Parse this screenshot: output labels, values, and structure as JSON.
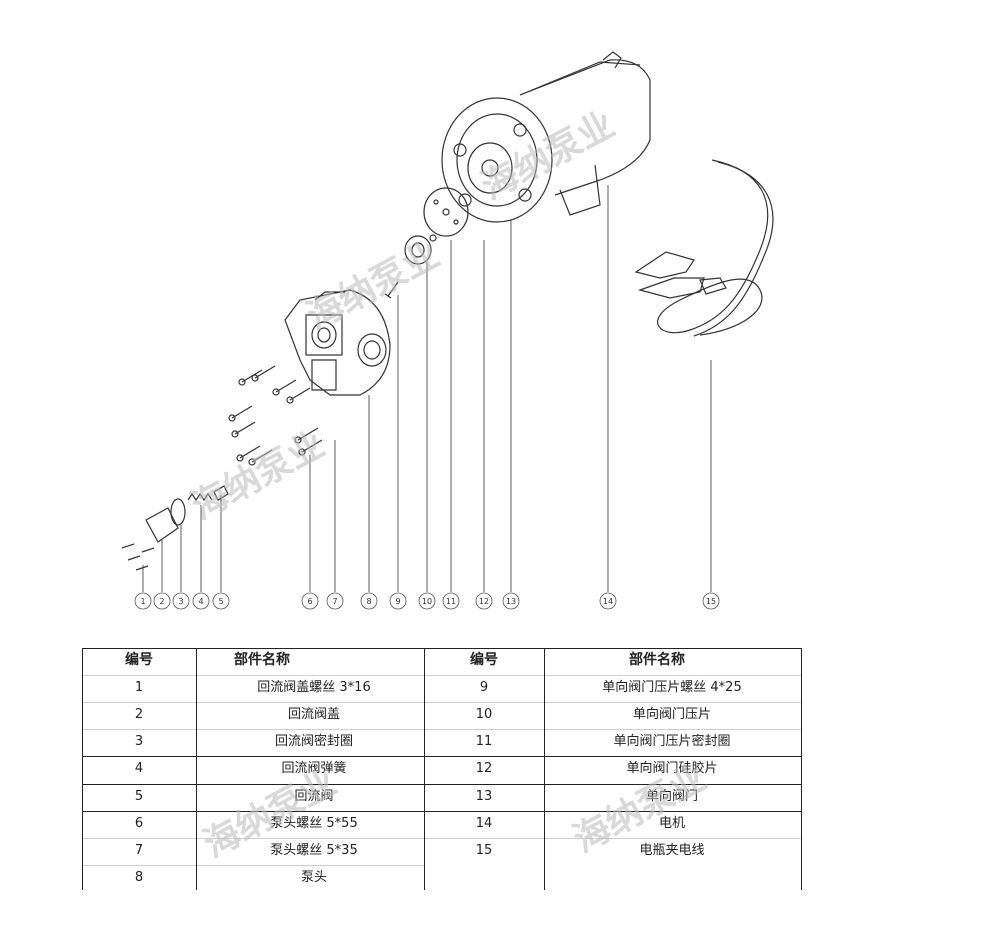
{
  "diagram": {
    "callouts": [
      "1",
      "2",
      "3",
      "4",
      "5",
      "6",
      "7",
      "8",
      "9",
      "10",
      "11",
      "12",
      "13",
      "14",
      "15"
    ],
    "watermark": "海纳泵业"
  },
  "table": {
    "headers": {
      "left_no": "编号",
      "left_name": "部件名称",
      "right_no": "编号",
      "right_name": "部件名称"
    },
    "left_rows": [
      {
        "no": "1",
        "name": "回流阀盖螺丝 3*16"
      },
      {
        "no": "2",
        "name": "回流阀盖"
      },
      {
        "no": "3",
        "name": "回流阀密封圈"
      },
      {
        "no": "4",
        "name": "回流阀弹簧"
      },
      {
        "no": "5",
        "name": "回流阀"
      },
      {
        "no": "6",
        "name": "泵头螺丝 5*55"
      },
      {
        "no": "7",
        "name": "泵头螺丝 5*35"
      },
      {
        "no": "8",
        "name": "泵头"
      }
    ],
    "right_rows": [
      {
        "no": "9",
        "name": "单向阀门压片螺丝 4*25"
      },
      {
        "no": "10",
        "name": "单向阀门压片"
      },
      {
        "no": "11",
        "name": "单向阀门压片密封圈"
      },
      {
        "no": "12",
        "name": "单向阀门硅胶片"
      },
      {
        "no": "13",
        "name": "单向阀门"
      },
      {
        "no": "14",
        "name": "电机"
      },
      {
        "no": "15",
        "name": "电瓶夹电线"
      }
    ]
  }
}
